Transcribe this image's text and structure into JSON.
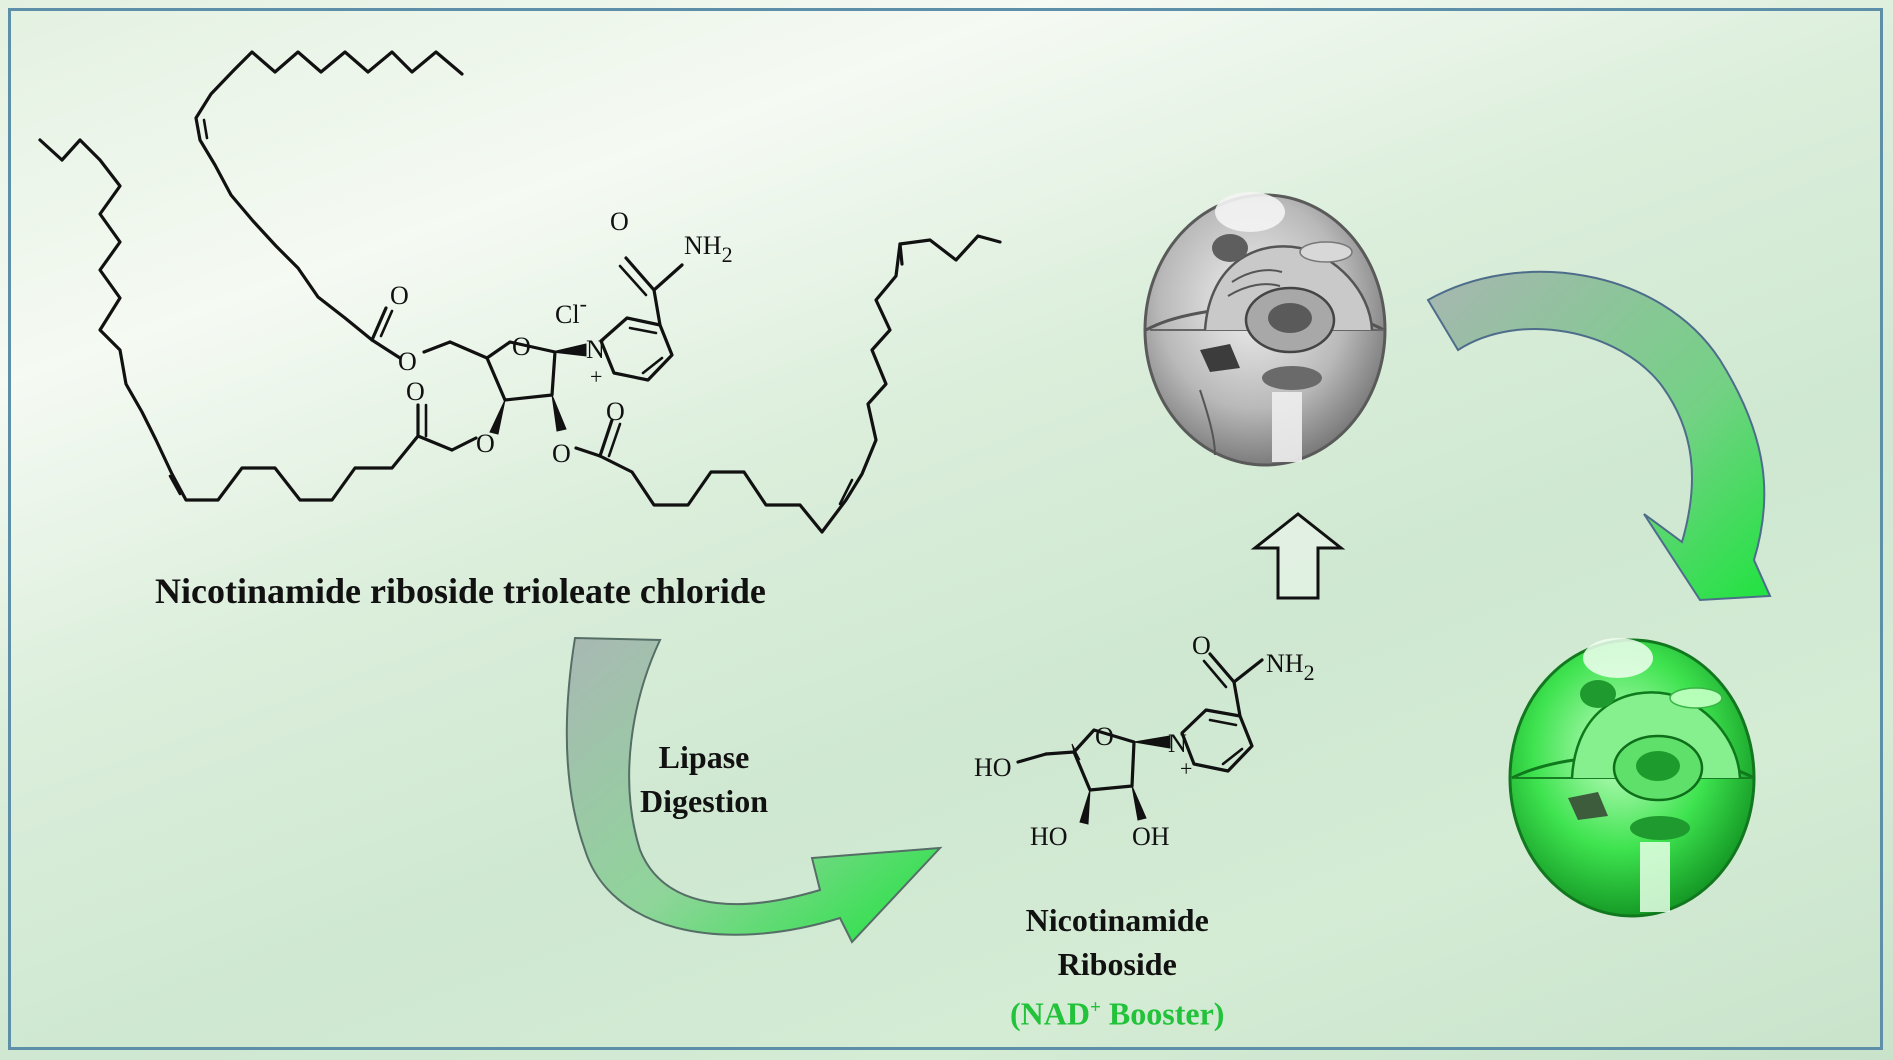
{
  "title_ester": "Nicotinamide riboside trioleate chloride",
  "enzyme_line1": "Lipase",
  "enzyme_line2": "Digestion",
  "product_line1": "Nicotinamide",
  "product_line2": "Riboside",
  "booster_prefix": "(NAD",
  "booster_sup": "+",
  "booster_suffix": " Booster)",
  "atoms": {
    "oxygen": "O",
    "amide": "NH",
    "amide_sub": "2",
    "chloride": "Cl",
    "chloride_charge": "-",
    "nitrogen": "N",
    "plus": "+",
    "hydroxyl_left": "HO",
    "hydroxyl_right": "OH"
  },
  "colors": {
    "frame": "#5e8fa9",
    "booster_text": "#22c33a",
    "arrow_start": "#a9b8b4",
    "arrow_end": "#1fe33f",
    "cell_grey": "#8e8e8e",
    "cell_green": "#27d63a"
  }
}
